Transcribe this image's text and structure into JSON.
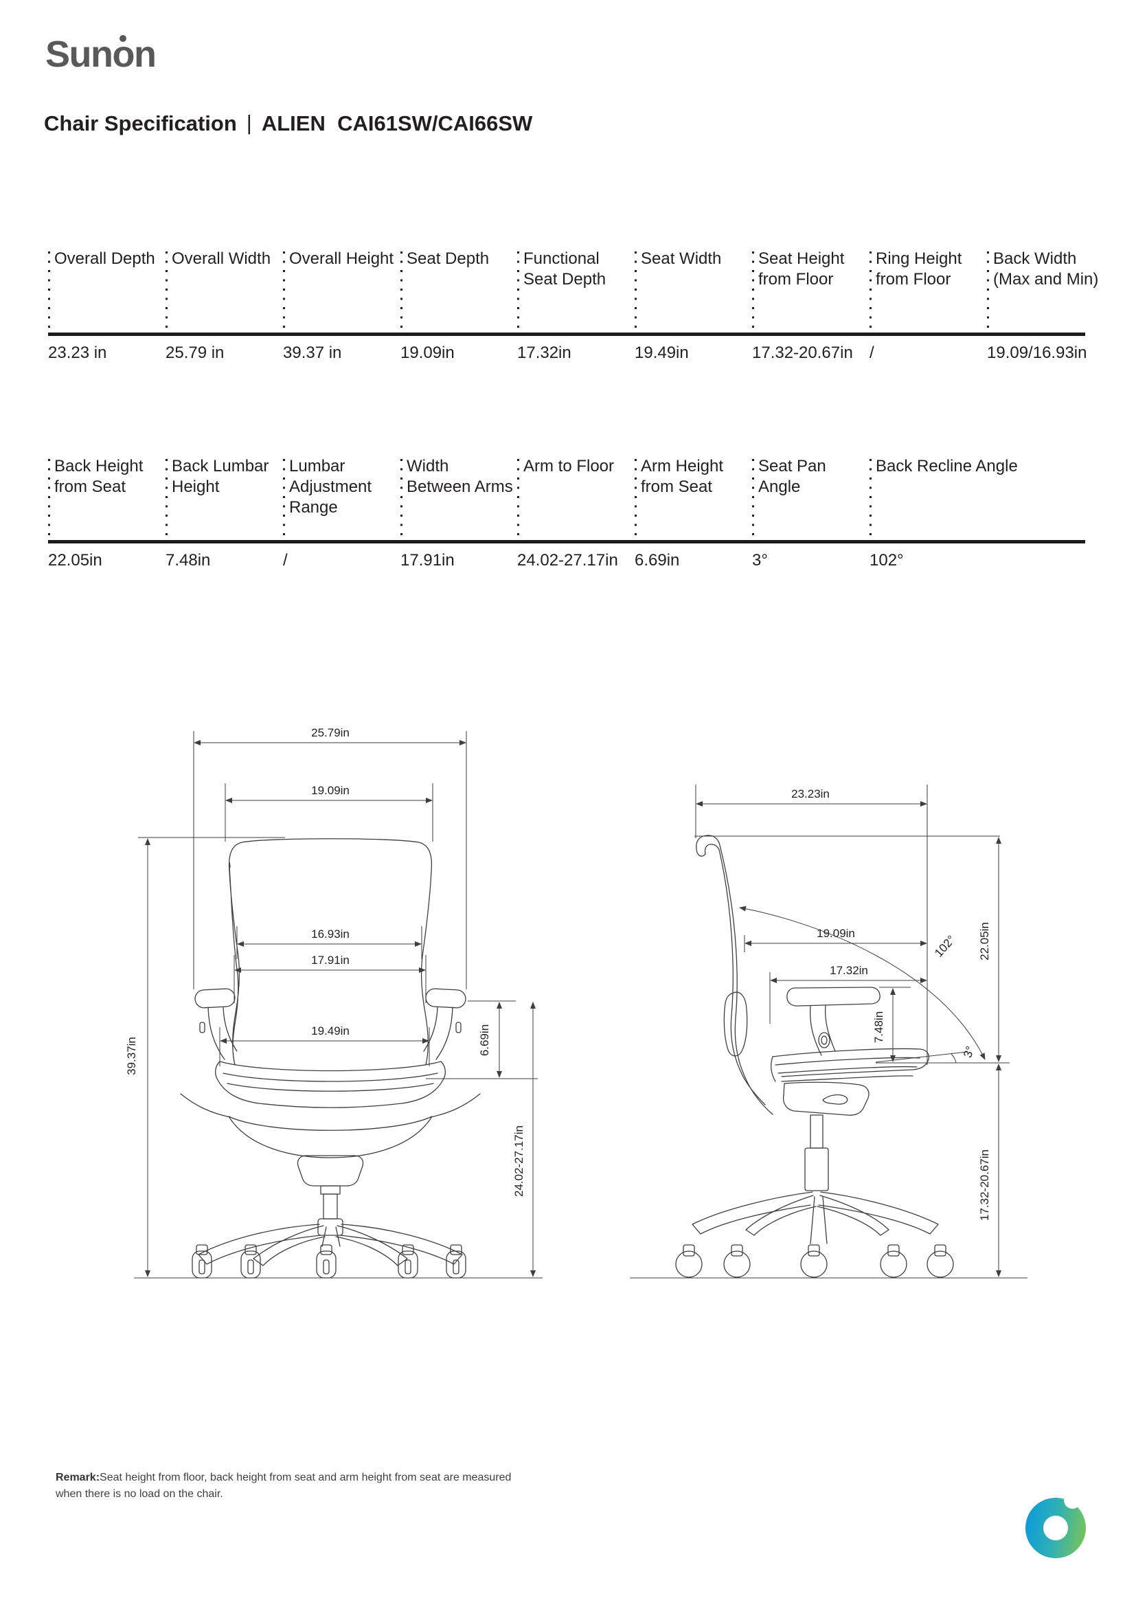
{
  "brand": {
    "logo_prefix": "Sun",
    "logo_dotted": "o",
    "logo_suffix": "n",
    "ring_gradient": [
      "#0f9cd8",
      "#74c25f"
    ]
  },
  "header": {
    "section": "Chair Specification",
    "separator": "|",
    "model": "ALIEN  CAI61SW/CAI66SW"
  },
  "tables": [
    {
      "columns": [
        {
          "lines": [
            "Overall Depth"
          ],
          "value": "23.23 in"
        },
        {
          "lines": [
            "Overall Width"
          ],
          "value": "25.79 in"
        },
        {
          "lines": [
            "Overall Height"
          ],
          "value": "39.37 in"
        },
        {
          "lines": [
            "Seat Depth"
          ],
          "value": "19.09in"
        },
        {
          "lines": [
            "Functional",
            "Seat Depth"
          ],
          "value": "17.32in"
        },
        {
          "lines": [
            "Seat Width"
          ],
          "value": "19.49in"
        },
        {
          "lines": [
            "Seat Height",
            "from Floor"
          ],
          "value": "17.32-20.67in"
        },
        {
          "lines": [
            "Ring Height",
            "from Floor"
          ],
          "value": "/"
        },
        {
          "lines": [
            "Back Width",
            "(Max and Min)"
          ],
          "value": "19.09/16.93in"
        }
      ]
    },
    {
      "columns": [
        {
          "lines": [
            "Back Height",
            "from Seat"
          ],
          "value": "22.05in"
        },
        {
          "lines": [
            "Back Lumbar",
            "Height"
          ],
          "value": "7.48in"
        },
        {
          "lines": [
            "Lumbar",
            "Adjustment",
            "Range"
          ],
          "value": "/"
        },
        {
          "lines": [
            "Width",
            "Between Arms"
          ],
          "value": "17.91in"
        },
        {
          "lines": [
            "Arm to Floor"
          ],
          "value": "24.02-27.17in"
        },
        {
          "lines": [
            "Arm Height",
            "from Seat"
          ],
          "value": "6.69in"
        },
        {
          "lines": [
            "Seat Pan",
            "Angle"
          ],
          "value": "3°"
        },
        {
          "lines": [
            "Back Recline Angle"
          ],
          "value": "102°"
        }
      ]
    }
  ],
  "diagrams": {
    "front": {
      "overall_width": "25.79in",
      "back_width_max": "19.09in",
      "back_width_min": "16.93in",
      "width_between_arms": "17.91in",
      "seat_width": "19.49in",
      "overall_height": "39.37in",
      "arm_height_from_seat": "6.69in",
      "arm_to_floor": "24.02-27.17in"
    },
    "side": {
      "overall_depth": "23.23in",
      "seat_depth": "19.09in",
      "functional_seat_depth": "17.32in",
      "back_recline_angle": "102°",
      "back_height_from_seat": "22.05in",
      "back_lumbar_height": "7.48in",
      "seat_pan_angle": "3°",
      "seat_height_from_floor": "17.32-20.67in"
    }
  },
  "footer": {
    "remark_label": "Remark:",
    "remark_text": "Seat height from floor, back height from seat and arm height from seat are measured when there is no load on the chair."
  }
}
